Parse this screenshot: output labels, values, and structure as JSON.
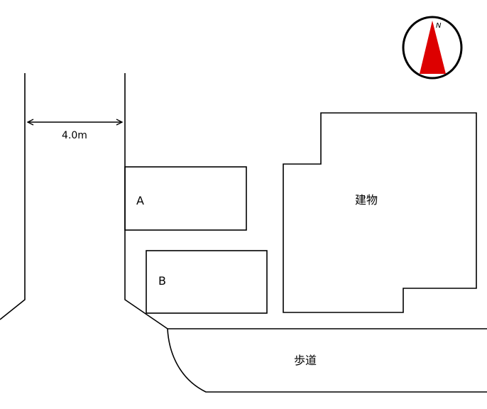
{
  "labels": {
    "road_width": "4.0m",
    "parking_a": "A",
    "parking_b": "B",
    "building": "建物",
    "sidewalk": "歩道",
    "north": "N"
  },
  "colors": {
    "north_arrow": "#dd0000",
    "line": "#000000"
  }
}
